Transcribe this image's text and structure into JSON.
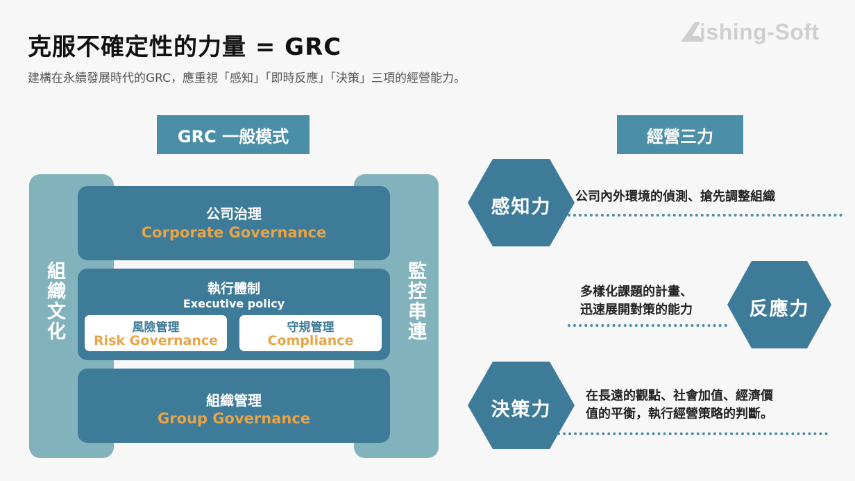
{
  "header": {
    "title": "克服不確定性的力量 = GRC",
    "subtitle": "建構在永續發展時代的GRC，應重視「感知」「即時反應」「決策」三項的經營能力。",
    "logo_text": "ishing-Soft"
  },
  "left_panel": {
    "heading": "GRC 一般模式",
    "side_left": "組織文化",
    "side_right": "監控串連",
    "corporate": {
      "zh": "公司治理",
      "en": "Corporate Governance"
    },
    "executive": {
      "zh": "執行體制",
      "en": "Executive policy"
    },
    "risk": {
      "zh": "風險管理",
      "en": "Risk Governance"
    },
    "compliance": {
      "zh": "守規管理",
      "en": "Compliance"
    },
    "group": {
      "zh": "組織管理",
      "en": "Group Governance"
    }
  },
  "right_panel": {
    "heading": "經營三力",
    "powers": [
      {
        "label": "感知力",
        "desc": [
          "公司內外環境的偵測、搶先調整組織"
        ]
      },
      {
        "label": "反應力",
        "desc": [
          "多樣化課題的計畫、",
          "迅速展開對策的能力"
        ]
      },
      {
        "label": "決策力",
        "desc": [
          "在長遠的觀點、社會加值、經濟價",
          "值的平衡，執行經營策略的判斷。"
        ]
      }
    ]
  },
  "colors": {
    "primary": "#3e7b98",
    "header_bg": "#4b8ea8",
    "side_bg": "#82b3bd",
    "accent": "#e8a445"
  }
}
